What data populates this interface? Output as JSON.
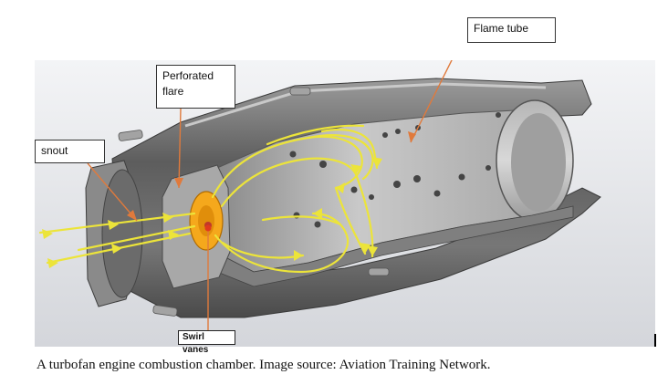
{
  "labels": {
    "flame_tube": "Flame tube",
    "perforated_flare": "Perforated\nflare",
    "snout": "snout",
    "swirl_vanes": "Swirl vanes"
  },
  "caption": "A turbofan engine combustion chamber. Image source: Aviation Training Network.",
  "colors": {
    "background_top": "#f2f3f5",
    "background_bottom": "#d9dbe0",
    "metal_light": "#c3c3c3",
    "metal_dark": "#5e5e5e",
    "flow_arrows": "#ece43a",
    "swirler": "#f5a81c",
    "leader_lines": "#e07a3c"
  }
}
